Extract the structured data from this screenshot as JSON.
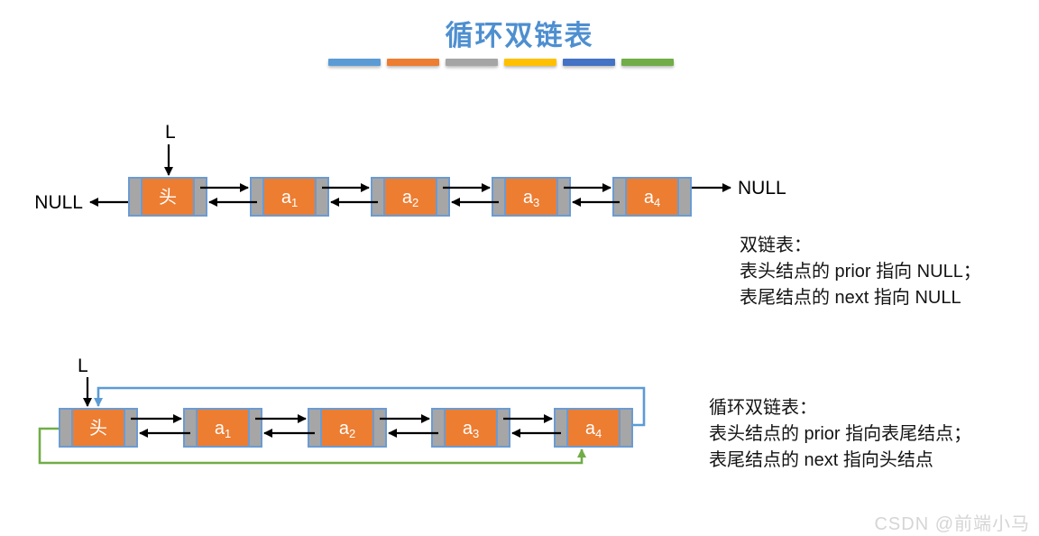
{
  "title": {
    "text": "循环双链表",
    "color": "#4E8FD0"
  },
  "divider_bars": {
    "colors": [
      "#5B9BD5",
      "#ED7D31",
      "#A5A5A5",
      "#FFC000",
      "#4472C4",
      "#70AD47"
    ]
  },
  "colors": {
    "node_cell_fill": "#ED7D31",
    "pointer_cell_fill": "#A6A6A6",
    "node_border": "#6B9BD2",
    "arrow_black": "#000000",
    "loop_next_blue": "#5B9BD5",
    "loop_prior_green": "#70AD47",
    "node_label": "#FFFFFF",
    "null_text": "#000000"
  },
  "diagram1": {
    "pointer_label": "L",
    "null_left": "NULL",
    "null_right": "NULL",
    "nodes": [
      {
        "label": "头",
        "sub": ""
      },
      {
        "label": "a",
        "sub": "1"
      },
      {
        "label": "a",
        "sub": "2"
      },
      {
        "label": "a",
        "sub": "3"
      },
      {
        "label": "a",
        "sub": "4"
      }
    ]
  },
  "diagram2": {
    "pointer_label": "L",
    "nodes": [
      {
        "label": "头",
        "sub": ""
      },
      {
        "label": "a",
        "sub": "1"
      },
      {
        "label": "a",
        "sub": "2"
      },
      {
        "label": "a",
        "sub": "3"
      },
      {
        "label": "a",
        "sub": "4"
      }
    ]
  },
  "note_plain": {
    "lines": [
      "双链表：",
      "表头结点的 prior 指向 NULL；",
      "表尾结点的 next 指向 NULL"
    ]
  },
  "note_circular": {
    "lines": [
      "循环双链表：",
      "表头结点的 prior 指向表尾结点；",
      "表尾结点的 next 指向头结点"
    ]
  },
  "watermark": {
    "text": "CSDN @前端小马"
  }
}
